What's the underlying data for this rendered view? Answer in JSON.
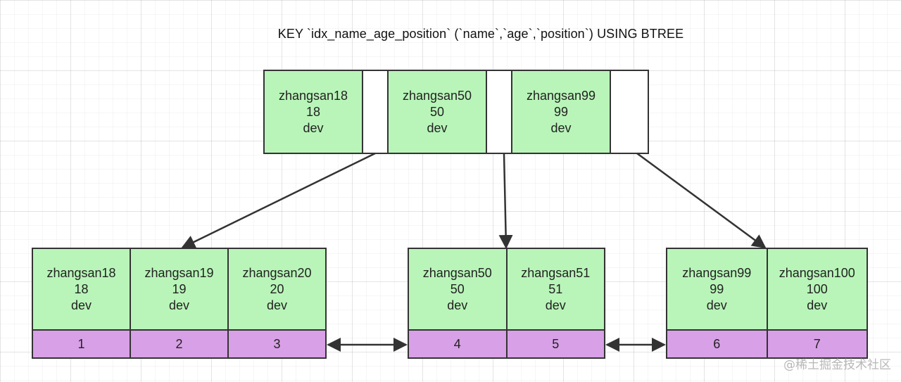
{
  "title": "KEY `idx_name_age_position` (`name`,`age`,`position`) USING BTREE",
  "root": {
    "keys": [
      {
        "name": "zhangsan18",
        "age": "18",
        "position": "dev"
      },
      {
        "name": "zhangsan50",
        "age": "50",
        "position": "dev"
      },
      {
        "name": "zhangsan99",
        "age": "99",
        "position": "dev"
      }
    ]
  },
  "leaves": [
    {
      "keys": [
        {
          "name": "zhangsan18",
          "age": "18",
          "position": "dev"
        },
        {
          "name": "zhangsan19",
          "age": "19",
          "position": "dev"
        },
        {
          "name": "zhangsan20",
          "age": "20",
          "position": "dev"
        }
      ],
      "row_ids": [
        "1",
        "2",
        "3"
      ]
    },
    {
      "keys": [
        {
          "name": "zhangsan50",
          "age": "50",
          "position": "dev"
        },
        {
          "name": "zhangsan51",
          "age": "51",
          "position": "dev"
        }
      ],
      "row_ids": [
        "4",
        "5"
      ]
    },
    {
      "keys": [
        {
          "name": "zhangsan99",
          "age": "99",
          "position": "dev"
        },
        {
          "name": "zhangsan100",
          "age": "100",
          "position": "dev"
        }
      ],
      "row_ids": [
        "6",
        "7"
      ]
    }
  ],
  "watermark": "@稀土掘金技术社区",
  "colors": {
    "key_fill": "#b9f5b9",
    "row_fill": "#d8a0e6",
    "border": "#333333"
  }
}
